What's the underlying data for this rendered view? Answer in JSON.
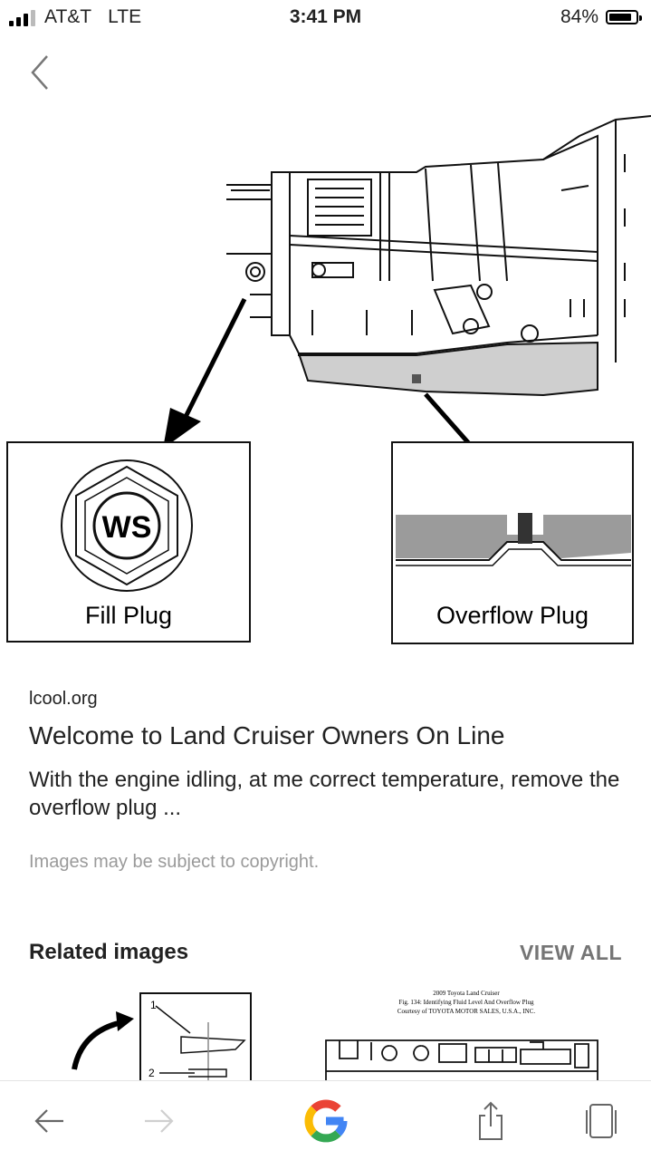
{
  "status": {
    "carrier": "AT&T",
    "network": "LTE",
    "time": "3:41 PM",
    "battery": "84%",
    "battery_level": 0.84
  },
  "figure": {
    "fill_label": "Fill Plug",
    "overflow_label": "Overflow Plug",
    "plug_mark": "WS"
  },
  "result": {
    "source": "lcool.org",
    "title": "Welcome to Land Cruiser Owners On Line",
    "snippet": "With the engine idling, at me correct temperature, remove the overflow plug ...",
    "copyright": "Images may be subject to copyright."
  },
  "related": {
    "heading": "Related images",
    "view_all": "VIEW ALL",
    "thumb2_lines": [
      "2009 Toyota Land Cruiser",
      "Fig. 134: Identifying Fluid Level And Overflow Plug",
      "Courtesy of TOYOTA MOTOR SALES, U.S.A., INC."
    ],
    "thumb1_callouts": [
      "1",
      "2"
    ]
  },
  "icons": {
    "back": "chevron-left-icon",
    "nav_back": "arrow-left-icon",
    "nav_forward": "arrow-right-icon",
    "home": "google-g-icon",
    "share": "share-icon",
    "tabs": "tabs-icon"
  },
  "colors": {
    "google_blue": "#4285F4",
    "google_red": "#EA4335",
    "google_yellow": "#FBBC05",
    "google_green": "#34A853"
  }
}
